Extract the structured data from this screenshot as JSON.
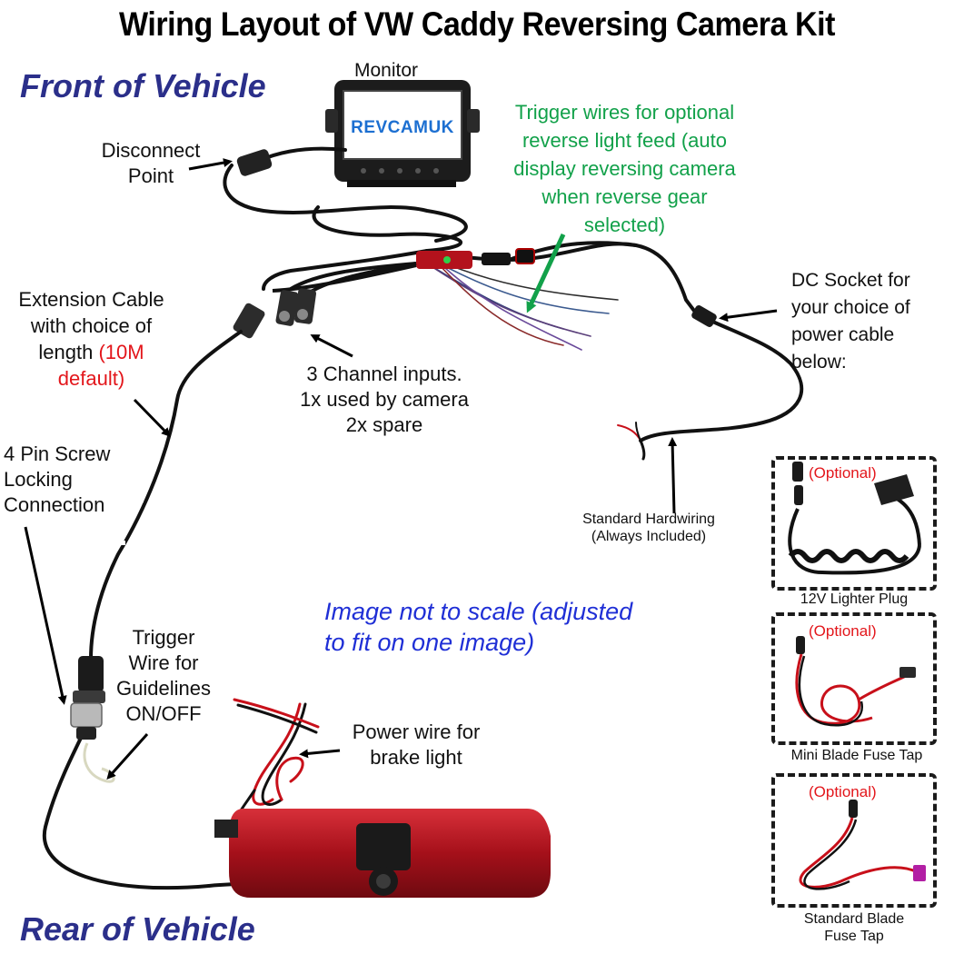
{
  "title": "Wiring Layout of VW Caddy Reversing Camera Kit",
  "front_label": "Front of Vehicle",
  "rear_label": "Rear of Vehicle",
  "monitor": {
    "label": "Monitor",
    "brand": "REVCAMUK"
  },
  "disconnect": [
    "Disconnect",
    "Point"
  ],
  "trigger_optional": [
    "Trigger wires for optional",
    "reverse light feed (auto",
    "display reversing camera",
    "when reverse gear",
    "selected)"
  ],
  "dc_socket": [
    "DC Socket for",
    "your choice of",
    "power cable",
    "below:"
  ],
  "extension": {
    "lines": [
      "Extension Cable",
      "with choice of",
      "length"
    ],
    "highlight_a": "(10M",
    "highlight_b": "default)"
  },
  "channel_inputs": [
    "3 Channel inputs.",
    "1x used by camera",
    "2x spare"
  ],
  "pin_screw": [
    "4 Pin Screw",
    "Locking",
    "Connection"
  ],
  "hardwiring": [
    "Standard Hardwiring",
    "(Always Included)"
  ],
  "note": [
    "Image not to scale (adjusted",
    "to fit on one image)"
  ],
  "guidelines": [
    "Trigger",
    "Wire for",
    "Guidelines",
    "ON/OFF"
  ],
  "brake": [
    "Power wire for",
    "brake light"
  ],
  "options": [
    {
      "tag": "(Optional)",
      "caption": [
        "12V Lighter Plug"
      ]
    },
    {
      "tag": "(Optional)",
      "caption": [
        "Mini Blade Fuse Tap"
      ]
    },
    {
      "tag": "(Optional)",
      "caption": [
        "Standard Blade",
        "Fuse Tap"
      ]
    }
  ],
  "colors": {
    "front_rear": "#2b2f8a",
    "trigger_text": "#12a14a",
    "optional_text": "#e3161b",
    "note_text": "#1f2fd6",
    "brake_light": "#b0121b",
    "monitor_body": "#1c1c1c"
  }
}
